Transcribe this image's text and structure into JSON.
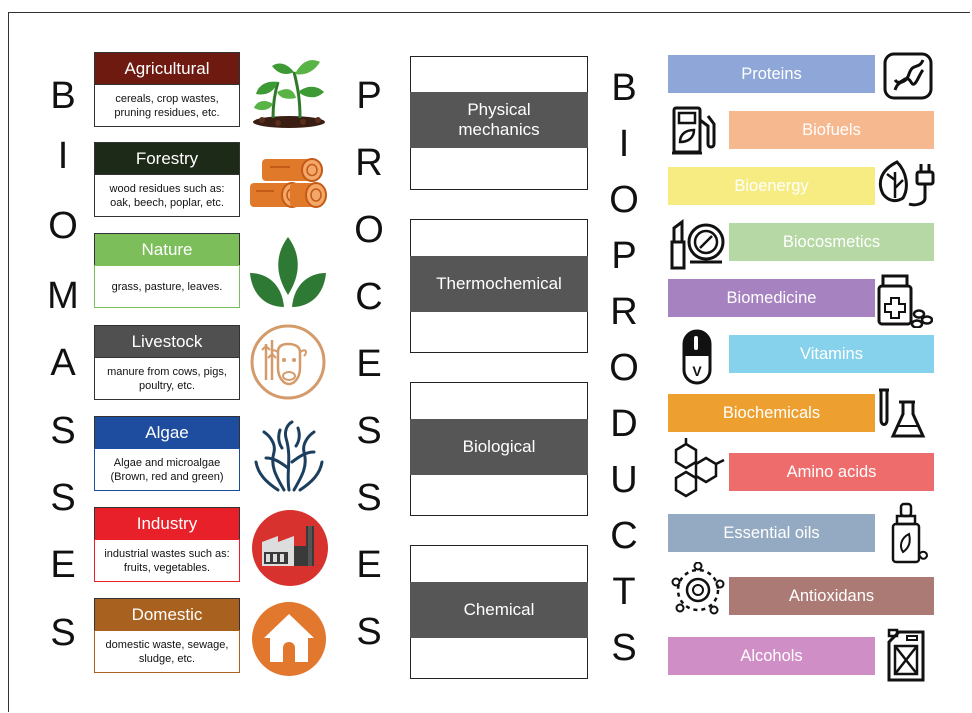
{
  "column_titles": {
    "left": [
      "B",
      "I",
      "O",
      "M",
      "A",
      "S",
      "S",
      "E",
      "S"
    ],
    "middle": [
      "P",
      "R",
      "O",
      "C",
      "E",
      "S",
      "S",
      "E",
      "S"
    ],
    "right": [
      "B",
      "I",
      "O",
      "P",
      "R",
      "O",
      "D",
      "U",
      "C",
      "T",
      "S"
    ]
  },
  "biomasses": [
    {
      "name": "Agricultural",
      "desc": "cereals, crop wastes, pruning residues, etc.",
      "color": "#6e1a10",
      "icon": "seedling-plants-icon"
    },
    {
      "name": "Forestry",
      "desc": "wood residues such as: oak, beech, poplar, etc.",
      "color": "#1e2a18",
      "icon": "logs-icon"
    },
    {
      "name": "Nature",
      "desc": "grass, pasture, leaves.",
      "color": "#7cbf5a",
      "icon": "leaves-icon"
    },
    {
      "name": "Livestock",
      "desc": "manure from cows, pigs, poultry, etc.",
      "color": "#505050",
      "icon": "cow-wheat-icon"
    },
    {
      "name": "Algae",
      "desc": "Algae and microalgae (Brown, red and green)",
      "color": "#1e4c9e",
      "icon": "seaweed-icon"
    },
    {
      "name": "Industry",
      "desc": "industrial wastes such as: fruits, vegetables.",
      "color": "#e8202a",
      "icon": "factory-icon"
    },
    {
      "name": "Domestic",
      "desc": "domestic waste, sewage, sludge, etc.",
      "color": "#a8611e",
      "icon": "house-icon"
    }
  ],
  "processes": [
    {
      "name": "Physical mechanics"
    },
    {
      "name": "Thermochemical"
    },
    {
      "name": "Biological"
    },
    {
      "name": "Chemical"
    }
  ],
  "bioproducts": [
    {
      "name": "Proteins",
      "color": "#8ea7d8",
      "icon": "protein-helix-icon"
    },
    {
      "name": "Biofuels",
      "color": "#f6b88e",
      "icon": "fuel-pump-icon"
    },
    {
      "name": "Bioenergy",
      "color": "#f6ec82",
      "icon": "leaf-plug-icon"
    },
    {
      "name": "Biocosmetics",
      "color": "#b6d8a4",
      "icon": "lipstick-compact-icon"
    },
    {
      "name": "Biomedicine",
      "color": "#a682c0",
      "icon": "medicine-bottle-icon"
    },
    {
      "name": "Vitamins",
      "color": "#86d2ec",
      "icon": "vitamin-capsule-icon"
    },
    {
      "name": "Biochemicals",
      "color": "#eda030",
      "icon": "flask-tubes-icon"
    },
    {
      "name": "Amino acids",
      "color": "#ee6c6c",
      "icon": "molecule-icon"
    },
    {
      "name": "Essential oils",
      "color": "#94aac2",
      "icon": "dropper-bottle-icon"
    },
    {
      "name": "Antioxidans",
      "color": "#ac7a74",
      "icon": "antioxidant-ring-icon"
    },
    {
      "name": "Alcohols",
      "color": "#d08ec6",
      "icon": "jerrycan-icon"
    }
  ]
}
